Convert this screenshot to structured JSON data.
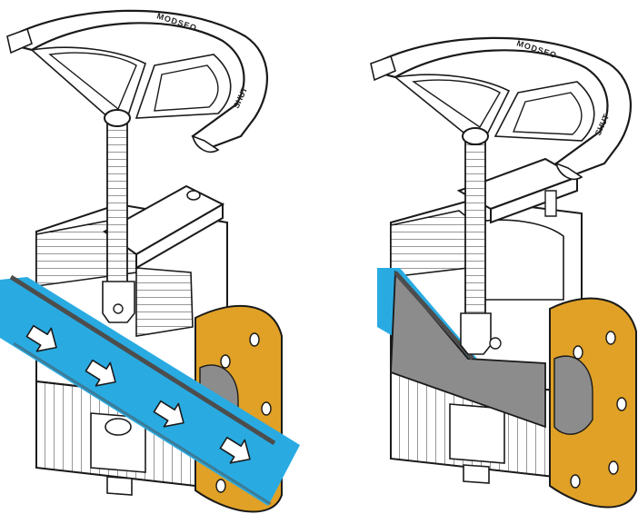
{
  "figure": {
    "views": [
      {
        "state": "open",
        "handwheel_text": "MODSEO",
        "direction_text": "SHUT"
      },
      {
        "state": "closed",
        "handwheel_text": "MODSEO",
        "direction_text": "SHUT"
      }
    ]
  },
  "colors": {
    "flow": "#29abe2",
    "flange": "#e0a126",
    "outline": "#1a1a1a",
    "body_fill": "#ffffff",
    "gate_shading": "#8c8c8c",
    "gate_dark": "#4d4d4d",
    "arrow_fill": "#ffffff"
  },
  "icons": {
    "handwheel": "handwheel-icon",
    "flow_arrow": "flow-arrow-icon",
    "gate": "gate-icon"
  }
}
